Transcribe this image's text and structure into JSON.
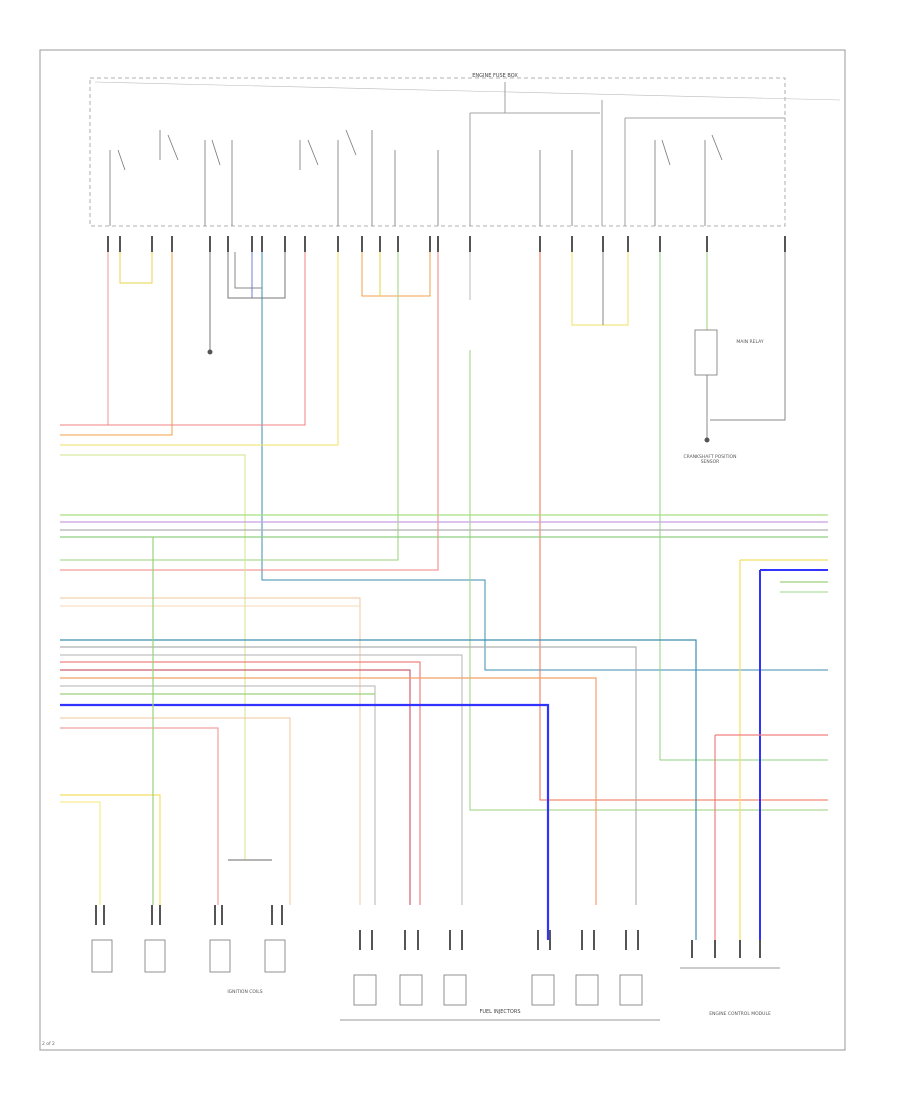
{
  "diagram": {
    "fuse_box_label": "ENGINE FUSE BOX",
    "fuel_injectors_label": "FUEL INJECTORS",
    "ignition_coils_label": "IGNITION COILS",
    "ecm_label": "ENGINE CONTROL MODULE",
    "main_relay_label": "MAIN RELAY",
    "crank_sensor_label": "CRANKSHAFT POSITION SENSOR",
    "footer_code": "2 of 2"
  }
}
